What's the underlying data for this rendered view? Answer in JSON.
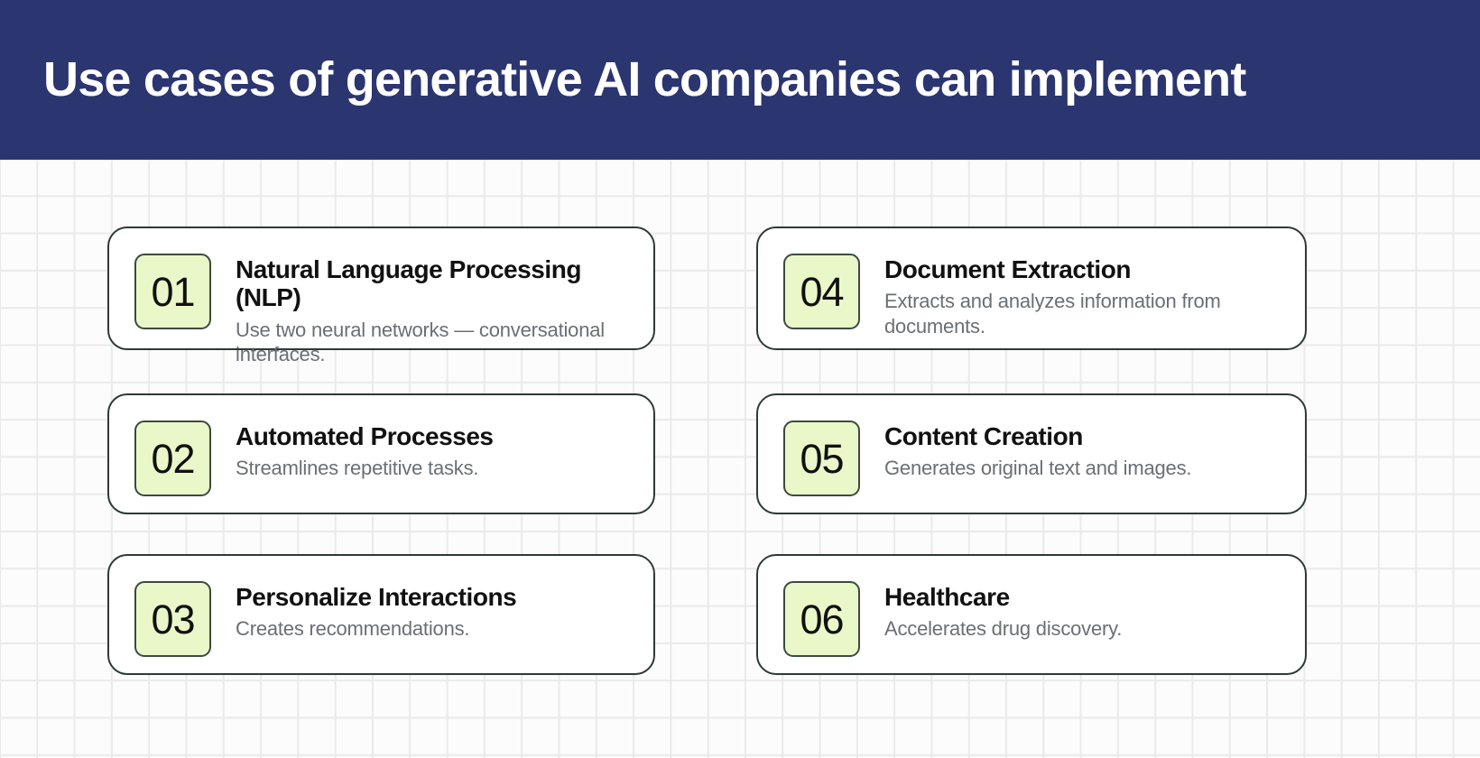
{
  "header": {
    "title": "Use cases of generative AI companies can implement",
    "background_color": "#2B3570",
    "text_color": "#FFFFFF"
  },
  "theme": {
    "page_background": "#FCFCFC",
    "grid_line_color": "#EAEAEA",
    "card_background": "#FFFFFF",
    "card_border_color": "#2E3A35",
    "badge_background": "#EAF7C8",
    "badge_border_color": "#3C4A3E",
    "title_color": "#111111",
    "description_color": "#6A6F75"
  },
  "cards": [
    {
      "number": "01",
      "title": "Natural Language Processing (NLP)",
      "description": "Use two neural networks — conversational interfaces."
    },
    {
      "number": "02",
      "title": "Automated Processes",
      "description": "Streamlines repetitive tasks."
    },
    {
      "number": "03",
      "title": "Personalize Interactions",
      "description": "Creates recommendations."
    },
    {
      "number": "04",
      "title": "Document Extraction",
      "description": "Extracts and analyzes information from documents."
    },
    {
      "number": "05",
      "title": "Content Creation",
      "description": "Generates original text and images."
    },
    {
      "number": "06",
      "title": "Healthcare",
      "description": "Accelerates drug discovery."
    }
  ]
}
